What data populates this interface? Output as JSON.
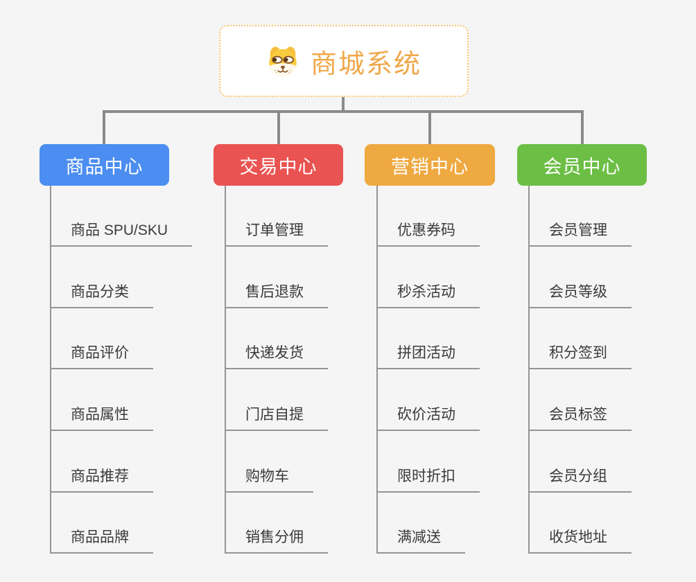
{
  "canvas": {
    "background": "#f5f5f5",
    "tree_line_color": "#8a8a8a",
    "child_line_color": "#949494",
    "leaf_text_color": "#3a3a3a"
  },
  "root": {
    "label": "商城系统",
    "icon": "dog-icon",
    "text_color": "#f0a84a",
    "border_color": "#f6c36b"
  },
  "branches": [
    {
      "label": "商品中心",
      "color": "#4b8df0",
      "children": [
        "商品 SPU/SKU",
        "商品分类",
        "商品评价",
        "商品属性",
        "商品推荐",
        "商品品牌"
      ]
    },
    {
      "label": "交易中心",
      "color": "#e95351",
      "children": [
        "订单管理",
        "售后退款",
        "快递发货",
        "门店自提",
        "购物车",
        "销售分佣"
      ]
    },
    {
      "label": "营销中心",
      "color": "#efa941",
      "children": [
        "优惠券码",
        "秒杀活动",
        "拼团活动",
        "砍价活动",
        "限时折扣",
        "满减送"
      ]
    },
    {
      "label": "会员中心",
      "color": "#6cbe45",
      "children": [
        "会员管理",
        "会员等级",
        "积分签到",
        "会员标签",
        "会员分组",
        "收货地址"
      ]
    }
  ]
}
